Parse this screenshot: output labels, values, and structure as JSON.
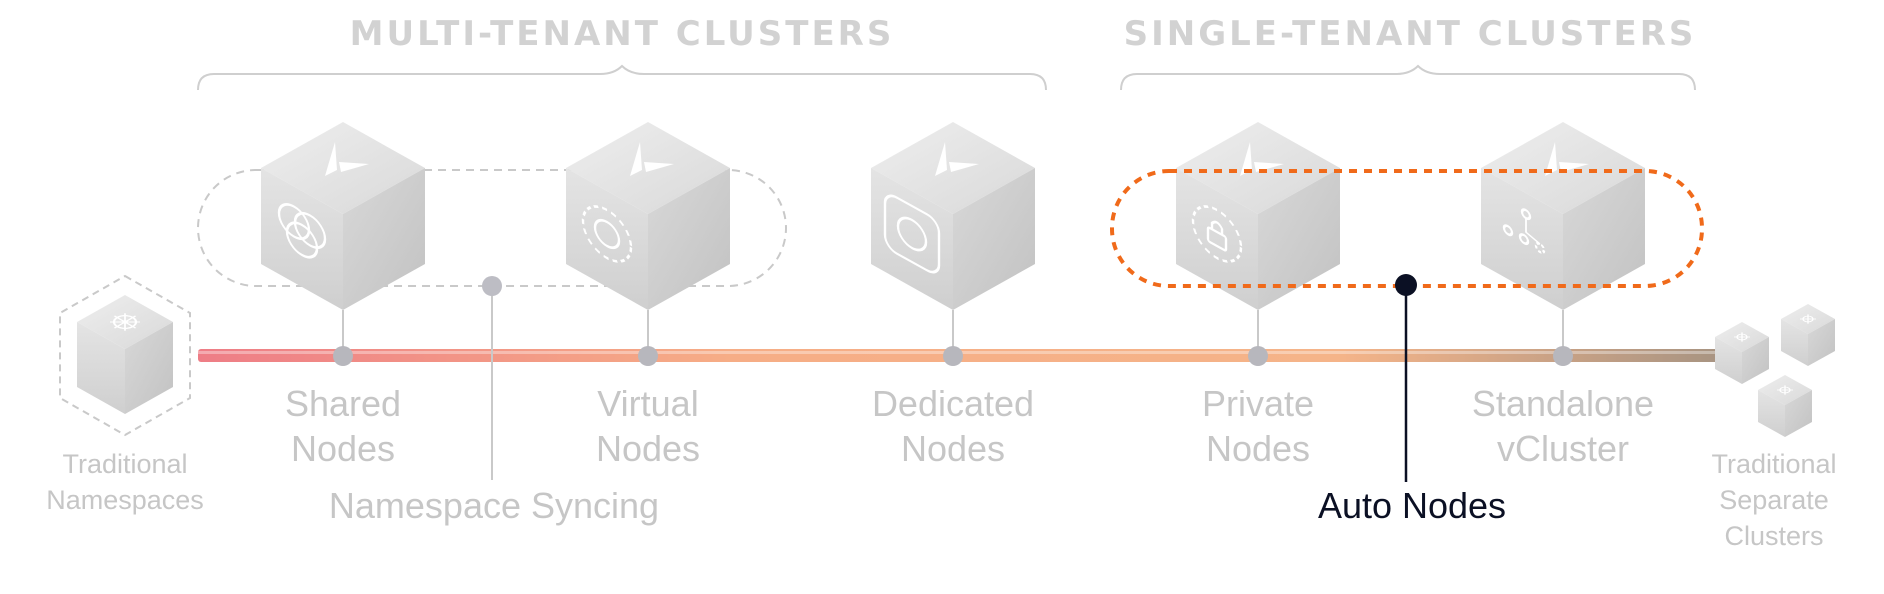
{
  "headings": {
    "multi_tenant": "MULTI-TENANT CLUSTERS",
    "single_tenant": "SINGLE-TENANT CLUSTERS"
  },
  "stops": [
    {
      "line1": "Shared",
      "line2": "Nodes",
      "symbol": "overlapping-circles-icon"
    },
    {
      "line1": "Virtual",
      "line2": "Nodes",
      "symbol": "dashed-circle-icon"
    },
    {
      "line1": "Dedicated",
      "line2": "Nodes",
      "symbol": "rounded-square-icon"
    },
    {
      "line1": "Private",
      "line2": "Nodes",
      "symbol": "lock-icon"
    },
    {
      "line1": "Standalone",
      "line2": "vCluster",
      "symbol": "node-graph-icon"
    }
  ],
  "ends": {
    "left": {
      "line1": "Traditional",
      "line2": "Namespaces"
    },
    "right": {
      "line1": "Traditional",
      "line2": "Separate",
      "line3": "Clusters"
    }
  },
  "groups": {
    "namespace_syncing": "Namespace Syncing",
    "auto_nodes": "Auto Nodes"
  },
  "colors": {
    "accent_orange": "#f06a1a",
    "track_start": "#f2848a",
    "track_mid": "#f9b88a",
    "track_end": "#b69a86",
    "muted_gray": "#c4c4c4",
    "dark_navy": "#0b1024"
  }
}
